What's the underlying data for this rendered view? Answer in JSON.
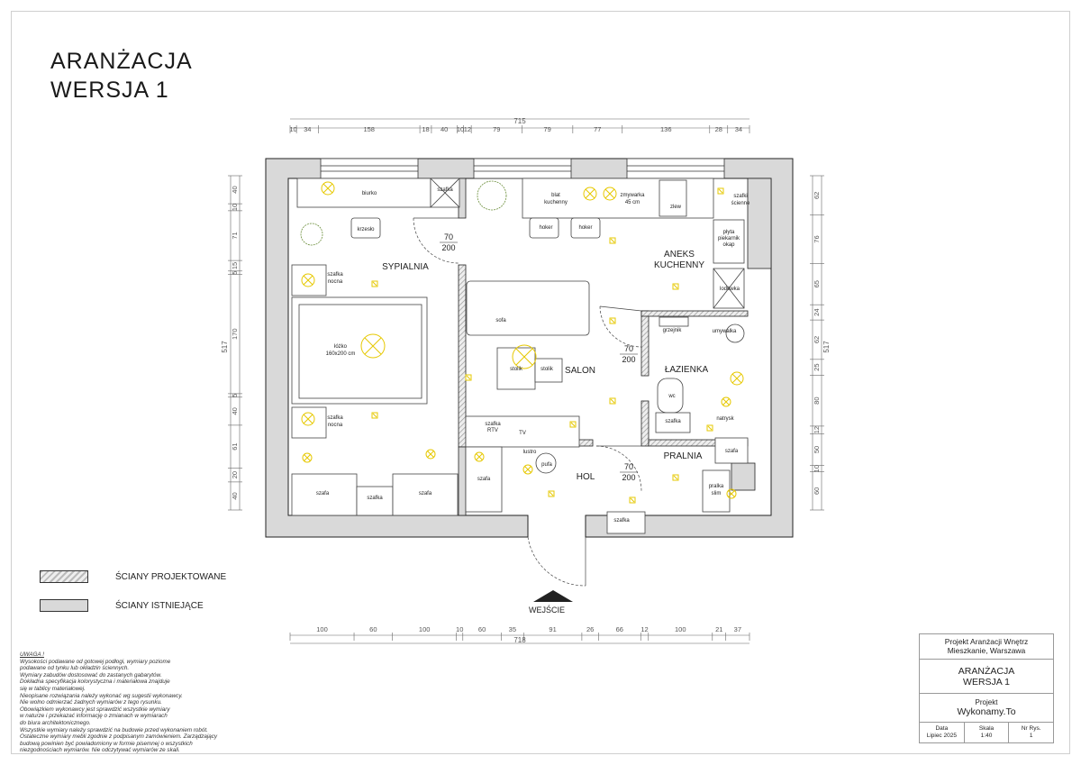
{
  "title": {
    "line1": "ARANŻACJA",
    "line2": "WERSJA 1"
  },
  "dimensions": {
    "top_total": "715",
    "top_segments": [
      "10",
      "34",
      "158",
      "18",
      "40",
      "10",
      "12",
      "79",
      "79",
      "77",
      "136",
      "28",
      "34"
    ],
    "bottom_total": "718",
    "bottom_segments": [
      "100",
      "60",
      "100",
      "10",
      "60",
      "35",
      "91",
      "26",
      "66",
      "12",
      "100",
      "21",
      "37"
    ],
    "left_total": "517",
    "left_segments": [
      "40",
      "10",
      "71",
      "15",
      "5",
      "170",
      "5",
      "40",
      "61",
      "20",
      "40"
    ],
    "right_total": "517",
    "right_segments": [
      "62",
      "76",
      "65",
      "24",
      "62",
      "25",
      "80",
      "12",
      "50",
      "10",
      "60"
    ]
  },
  "rooms": {
    "sypialnia": "SYPIALNIA",
    "salon": "SALON",
    "aneks1": "ANEKS",
    "aneks2": "KUCHENNY",
    "lazienka": "ŁAZIENKA",
    "pralnia": "PRALNIA",
    "hol": "HOL"
  },
  "doors": {
    "d1w": "70",
    "d1h": "200",
    "d2w": "70",
    "d2h": "200",
    "d3w": "70",
    "d3h": "200"
  },
  "furniture": {
    "biurko": "biurko",
    "szafka": "szafka",
    "krzeslo": "krzesło",
    "szafka_nocna1a": "szafka",
    "szafka_nocna1b": "nocna",
    "szafka_nocna2a": "szafka",
    "szafka_nocna2b": "nocna",
    "lozko1": "łóżko",
    "lozko2": "160x200 cm",
    "szafa1": "szafa",
    "szafa2": "szafa",
    "szafa3": "szafa",
    "szafka_bottom": "szafka",
    "sofa": "sofa",
    "stolik1": "stolik",
    "stolik2": "stolik",
    "szafka_rtv1": "szafka",
    "szafka_rtv2": "RTV",
    "tv": "TV",
    "blat1": "blat",
    "blat2": "kuchenny",
    "zmywarka1": "zmywarka",
    "zmywarka2": "45 cm",
    "zlew": "zlew",
    "hoker1": "hoker",
    "hoker2": "hoker",
    "szafki1": "szafki",
    "szafki2": "ścienne",
    "plyta1": "płyta",
    "plyta2": "piekarnik",
    "plyta3": "okap",
    "lodowka": "lodówka",
    "grzejnik": "grzejnik",
    "umywalka": "umywalka",
    "wc": "wc",
    "szafka_laz": "szafka",
    "natrysk": "natrysk",
    "szafa_hol": "szafa",
    "lustro": "lustro",
    "pufa": "pufa",
    "szafka_hol": "szafka",
    "szafa_pralnia": "szafa",
    "pralka1": "pralka",
    "pralka2": "slim"
  },
  "entry": "WEJŚCIE",
  "legend": {
    "new": "ŚCIANY PROJEKTOWANE",
    "old": "ŚCIANY ISTNIEJĄCE"
  },
  "notes": {
    "heading": "UWAGA !",
    "lines": [
      "Wysokości podawane od gotowej podłogi, wymiary poziome",
      "podawane od tynku lub okładzin ściennych.",
      "Wymiary zabudów dostosować do zastanych gabarytów.",
      "Dokładna specyfikacja kolorystyczna i materiałowa znajduje",
      "się w tablicy materiałowej.",
      "Nieopisane rozwiązania należy wykonać wg sugestii wykonawcy.",
      "Nie wolno odmierzać żadnych wymiarów z tego rysunku.",
      "Obowiązkiem wykonawcy jest sprawdzić wszystkie wymiary",
      "w naturze i przekazać informację o zmianach w wymiarach",
      "do biura architektonicznego.",
      "Wszystkie wymiary należy sprawdzić na budowie przed wykonaniem robót.",
      "Ostateczne wymiary mebli zgodnie z podpisanym zamówieniem. Zarządzający",
      "budową powinien być powiadomiony w formie pisemnej o wszystkich",
      "niezgodnościach wymiarów. Nie odczytywać wymiarów ze skali."
    ]
  },
  "title_block": {
    "project_line1": "Projekt Aranżacji Wnętrz",
    "project_line2": "Mieszkanie, Warszawa",
    "name_line1": "ARANŻACJA",
    "name_line2": "WERSJA 1",
    "author_label": "Projekt",
    "author": "Wykonamy.To",
    "date_label": "Data",
    "date": "Lipiec 2025",
    "scale_label": "Skala",
    "scale": "1:40",
    "sheet_label": "Nr Rys.",
    "sheet": "1"
  },
  "colors": {
    "wall": "#d9d9d9",
    "light": "#e6c800",
    "plant": "#6b8e3a"
  }
}
